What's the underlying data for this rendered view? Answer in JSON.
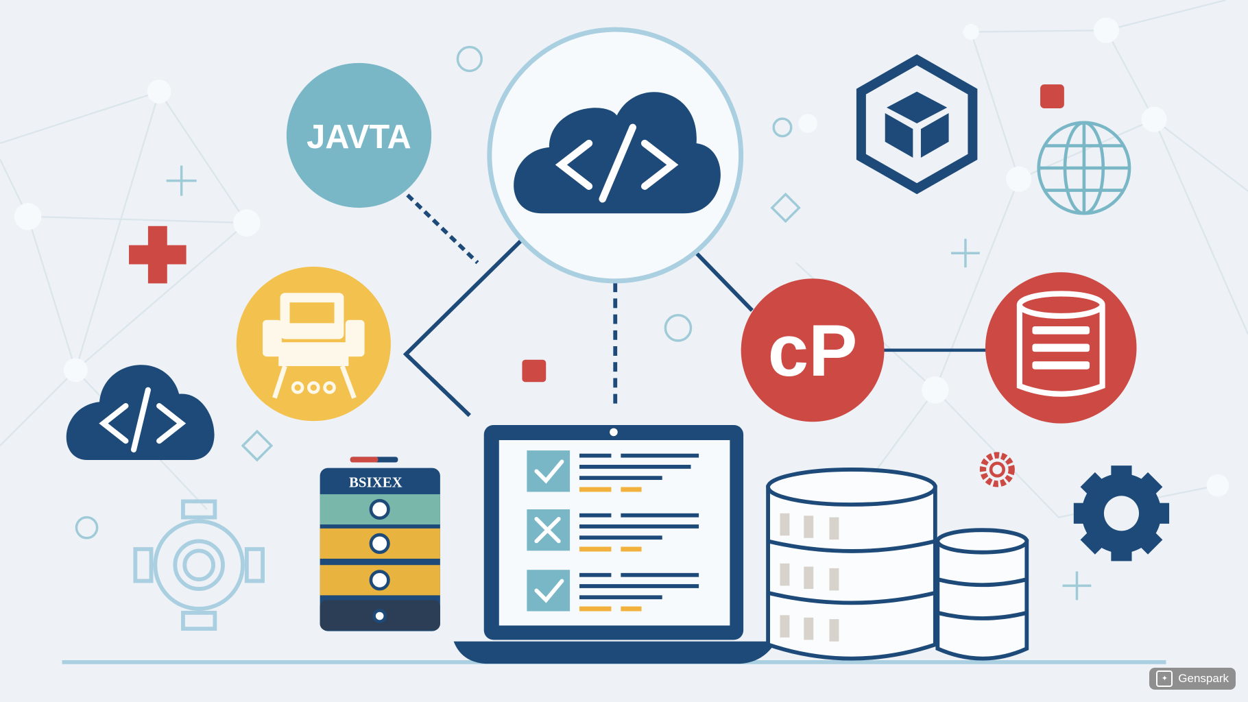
{
  "labels": {
    "java_logo": "JAVTA",
    "server_label": "BSIXEX",
    "cpanel_logo": "cP"
  },
  "watermark": {
    "label": "Genspark",
    "icon": "sparkle-icon"
  },
  "colors": {
    "navy": "#1d4a78",
    "teal": "#79b7c7",
    "yellow": "#f2c14e",
    "red": "#cd4a44",
    "background": "#eef2f6",
    "line": "#d6e1ea"
  }
}
